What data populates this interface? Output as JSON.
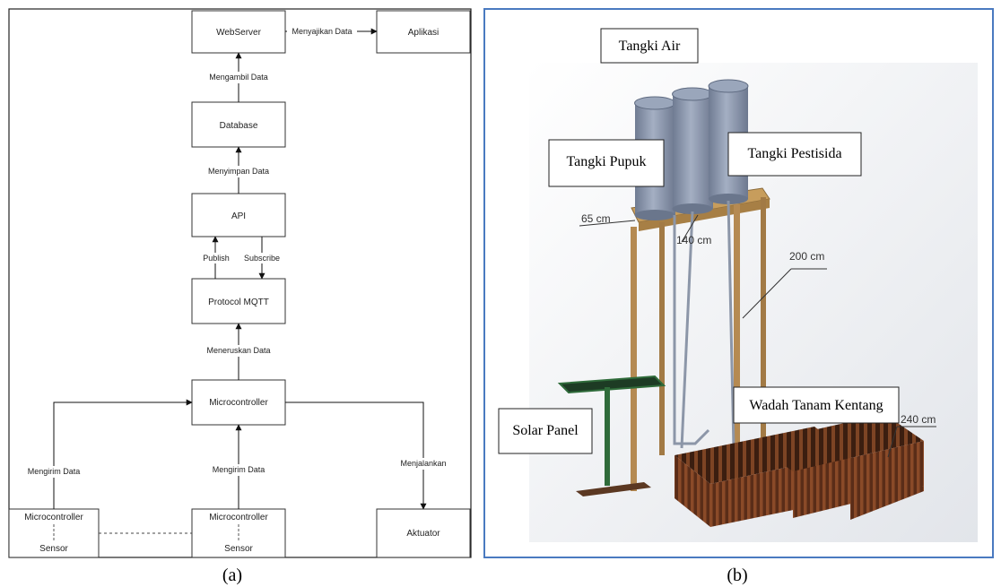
{
  "panel_a": {
    "nodes": {
      "webserver": "WebServer",
      "aplikasi": "Aplikasi",
      "database": "Database",
      "api": "API",
      "mqtt": "Protocol MQTT",
      "micro_center": "Microcontroller",
      "micro_left_top": "Microcontroller",
      "micro_left_bottom": "Sensor",
      "micro_mid_top": "Microcontroller",
      "micro_mid_bottom": "Sensor",
      "aktuator": "Aktuator"
    },
    "edges": {
      "menyajikan": "Menyajikan Data",
      "mengambil": "Mengambil Data",
      "menyimpan": "Menyimpan Data",
      "publish": "Publish",
      "subscribe": "Subscribe",
      "meneruskan": "Meneruskan Data",
      "mengirim_left": "Mengirim Data",
      "mengirim_mid": "Mengirim Data",
      "menjalankan": "Menjalankan"
    },
    "caption": "(a)"
  },
  "panel_b": {
    "labels": {
      "tangki_air": "Tangki Air",
      "tangki_pupuk": "Tangki Pupuk",
      "tangki_pestisida": "Tangki Pestisida",
      "solar_panel": "Solar Panel",
      "wadah": "Wadah Tanam Kentang"
    },
    "dimensions": {
      "d65": "65 cm",
      "d140": "140 cm",
      "d200": "200 cm",
      "d240": "240 cm"
    },
    "caption": "(b)"
  },
  "colors": {
    "panel_b_border": "#4a7ac0",
    "wood": "#b58a52",
    "crate": "#6e3a22",
    "tank": "#8e9aaf",
    "solar": "#2f6b3a"
  }
}
